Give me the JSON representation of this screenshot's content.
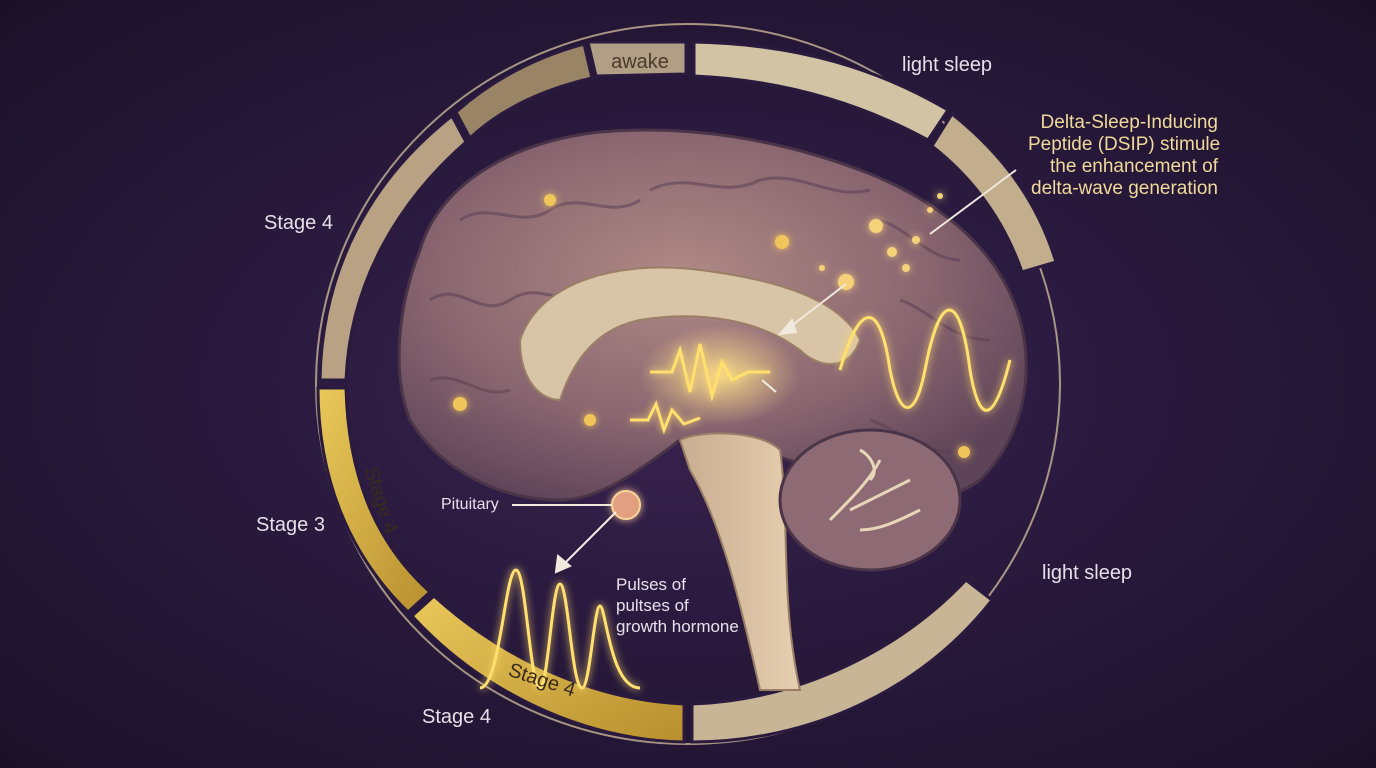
{
  "ring_labels": {
    "awake": "awake",
    "light_sleep_top": "light sleep",
    "light_sleep_right": "light sleep",
    "stage4_left": "Stage 4",
    "stage3_left": "Stage 3",
    "stage4_bottom": "Stage 4",
    "segment_stage4_left": "Stage 4",
    "segment_stage4_bottom": "Stage 4"
  },
  "callouts": {
    "dsip": [
      "Delta-Sleep-Inducing",
      "Peptide (DSIP) stimule",
      "the enhancement of",
      "delta-wave generation"
    ],
    "pituitary": "Pituitary",
    "growth_hormone": [
      "Pulses of",
      "pultses of",
      "growth hormone"
    ]
  },
  "colors": {
    "background": "#2a1a3e",
    "ring_tan": "#c8b596",
    "ring_dark": "#7a6650",
    "ring_gold": "#d9b448",
    "glow": "#ffd966",
    "brain": "#8c6a6e"
  }
}
